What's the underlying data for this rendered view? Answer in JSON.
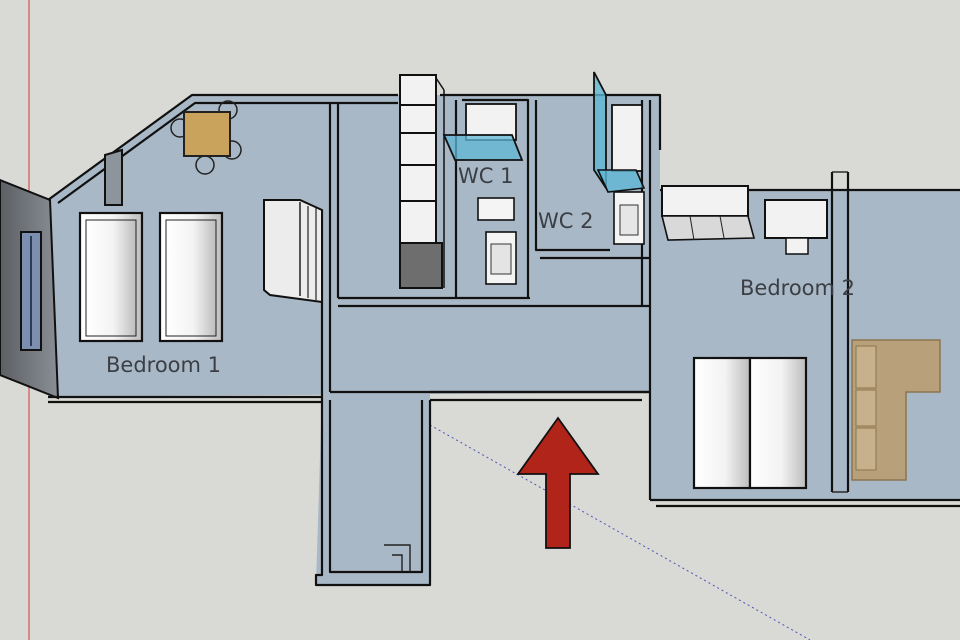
{
  "plan": {
    "room_labels": {
      "bedroom1": "Bedroom 1",
      "wc1": "WC 1",
      "wc2": "WC 2",
      "bedroom2": "Bedroom 2"
    },
    "entry_arrow": "entrance-arrow-icon",
    "colors": {
      "background": "#d9d9d6",
      "floor": "#a9b8c6",
      "wall": "#111111",
      "furniture": "#f2f2f2",
      "glass": "#5fb7d4",
      "wood": "#c9a25b",
      "sofa": "#b8a07a",
      "arrow": "#b0241a",
      "axis_red": "#d23a3a",
      "axis_green": "#2fa84a",
      "axis_blue": "#4a56b8"
    }
  }
}
